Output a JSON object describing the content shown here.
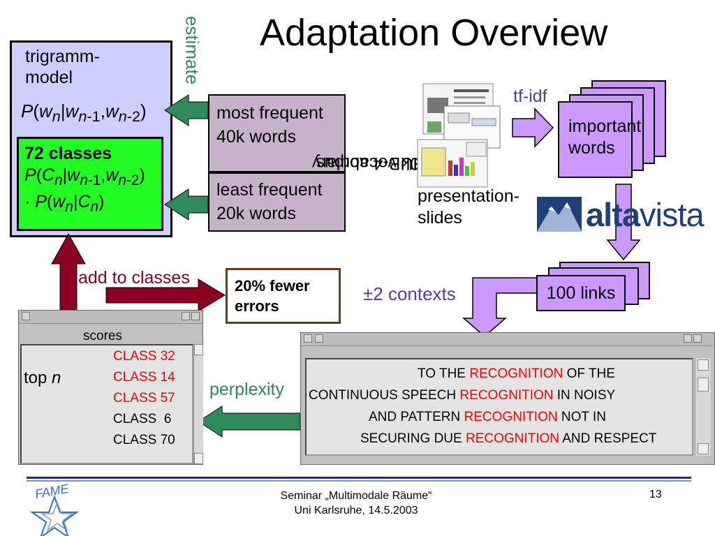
{
  "slide": {
    "title": "Adaptation Overview",
    "estimate_label": "estimate",
    "trigram_line1": "trigramm-",
    "trigram_line2": "model",
    "classes_title": "72 classes",
    "most_frequent_line1": "most frequent",
    "most_frequent_line2": "40k words",
    "least_frequent_line1": "least frequent",
    "least_frequent_line2": "20k words",
    "vocab_line1": "60k vocabulary",
    "vocab_line2": "HUB-4 corpus",
    "tfidf_label": "tf-idf",
    "important_words_line1": "important",
    "important_words_line2": "words",
    "presentation_line1": "presentation-",
    "presentation_line2": "slides",
    "altavista_logo": "altavista",
    "links_label": "100 links",
    "contexts_label": "±2 contexts",
    "add_to_classes_label": "add to classes",
    "fewer_errors_line1": "20% fewer",
    "fewer_errors_line2": "errors",
    "perplexity_label": "perplexity"
  },
  "scores_window": {
    "header": "scores",
    "top_label": "top ",
    "top_n": "n",
    "classes": [
      {
        "label": "CLASS 32",
        "color": "#ff0000"
      },
      {
        "label": "CLASS 14",
        "color": "#ff0000"
      },
      {
        "label": "CLASS 57",
        "color": "#ff0000"
      },
      {
        "label": "CLASS  6",
        "color": "#000000"
      },
      {
        "label": "CLASS 70",
        "color": "#000000"
      }
    ]
  },
  "recognition_window": {
    "lines": [
      {
        "before": "TO THE ",
        "keyword": "RECOGNITION",
        "after": " OF THE"
      },
      {
        "before": "CONTINUOUS SPEECH ",
        "keyword": "RECOGNITION",
        "after": " IN NOISY"
      },
      {
        "before": "AND PATTERN ",
        "keyword": "RECOGNITION",
        "after": " NOT IN"
      },
      {
        "before": "SECURING DUE ",
        "keyword": "RECOGNITION",
        "after": " AND RESPECT"
      }
    ]
  },
  "footer": {
    "line1": "Seminar „Multimodale Räume“",
    "line2": "Uni Karlsruhe, 14.5.2003",
    "page": "13",
    "logo": "FAME"
  },
  "colors": {
    "trigram_box": "#cfcfff",
    "classes_box": "#22ff22",
    "frequency_box": "#c7b3c9",
    "purple_box": "#cc99ff",
    "green_arrow": "#2e8b57",
    "maroon_arrow": "#8b0020"
  }
}
